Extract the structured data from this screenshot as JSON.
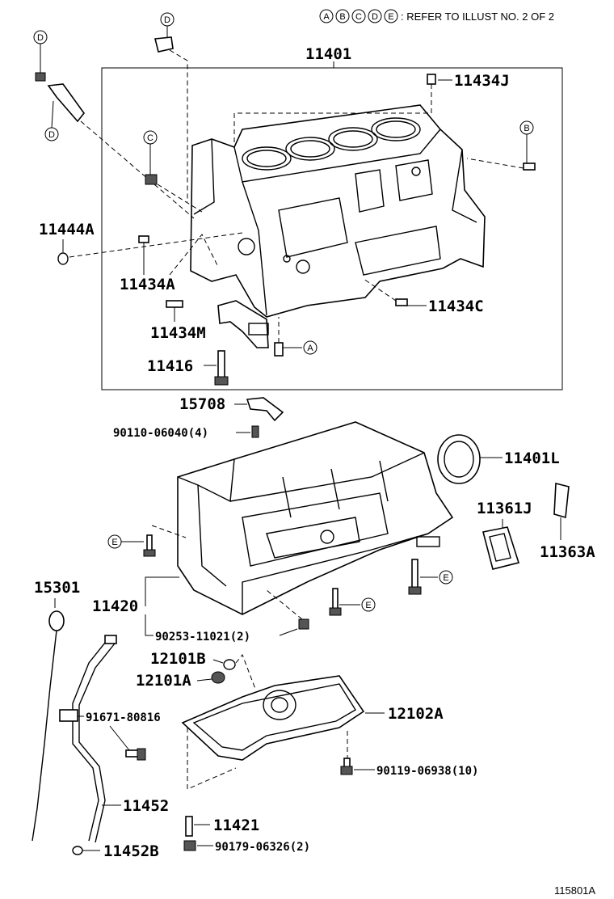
{
  "header": {
    "ref_letters": [
      "A",
      "B",
      "C",
      "D",
      "E"
    ],
    "ref_text": ": REFER TO ILLUST NO. 2 OF 2"
  },
  "callouts": {
    "A": "A",
    "B": "B",
    "C": "C",
    "D": "D",
    "E": "E"
  },
  "parts": {
    "p11401": "11401",
    "p11434J": "11434J",
    "p11444A": "11444A",
    "p11434A": "11434A",
    "p11434C": "11434C",
    "p11434M": "11434M",
    "p11416": "11416",
    "p15708": "15708",
    "p90110": "90110-06040(4)",
    "p11401L": "11401L",
    "p11361J": "11361J",
    "p11363A": "11363A",
    "p15301": "15301",
    "p11420": "11420",
    "p90253": "90253-11021(2)",
    "p12101B": "12101B",
    "p12101A": "12101A",
    "p91671": "91671-80816",
    "p12102A": "12102A",
    "p90119": "90119-06938(10)",
    "p11452": "11452",
    "p11421": "11421",
    "p90179": "90179-06326(2)",
    "p11452B": "11452B"
  },
  "footer": {
    "illustration_id": "115801A"
  }
}
